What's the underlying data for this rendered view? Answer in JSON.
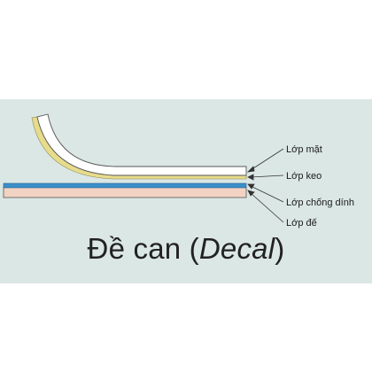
{
  "layers": [
    {
      "label": "Lớp mặt"
    },
    {
      "label": "Lớp keo"
    },
    {
      "label": "Lớp chống dính"
    },
    {
      "label": "Lớp đế"
    }
  ],
  "caption": {
    "main": "Đề can (",
    "italic": "Decal",
    "end": ")"
  },
  "colors": {
    "panel_background": "#dbe7e4",
    "face_layer": "#ffffff",
    "adhesive_layer": "#e6dc8c",
    "release_layer": "#3a8fc9",
    "base_layer": "#f2d3c3",
    "outline": "#555555"
  }
}
